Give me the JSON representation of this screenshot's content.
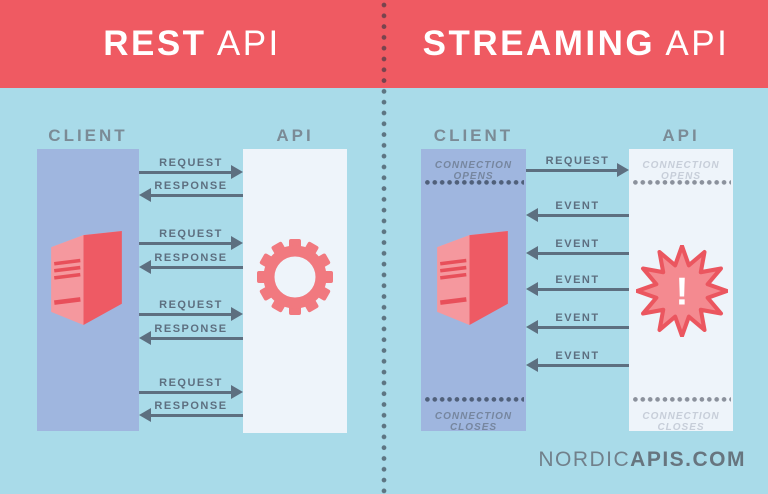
{
  "header": {
    "rest_title_bold": "REST",
    "rest_title_light": " API",
    "streaming_title_bold": "STREAMING",
    "streaming_title_light": " API"
  },
  "rest_panel": {
    "client_label": "CLIENT",
    "api_label": "API",
    "exchanges": [
      {
        "request": "REQUEST",
        "response": "RESPONSE"
      },
      {
        "request": "REQUEST",
        "response": "RESPONSE"
      },
      {
        "request": "REQUEST",
        "response": "RESPONSE"
      },
      {
        "request": "REQUEST",
        "response": "RESPONSE"
      }
    ]
  },
  "streaming_panel": {
    "client_label": "CLIENT",
    "api_label": "API",
    "request_label": "REQUEST",
    "connection_opens": "CONNECTION OPENS",
    "connection_closes": "CONNECTION CLOSES",
    "events": [
      "EVENT",
      "EVENT",
      "EVENT",
      "EVENT",
      "EVENT"
    ]
  },
  "footer": {
    "brand_regular": "NORDIC",
    "brand_bold": "APIS.COM"
  },
  "icons": {
    "client_icon": "server",
    "rest_api_icon": "gear",
    "streaming_api_icon": "alert-burst",
    "burst_exclamation": "!"
  },
  "colors": {
    "header_red": "#EF5A62",
    "background_blue": "#A9DBE9",
    "client_column_blue": "#9FB6DF",
    "api_column_white": "#EEF4FA",
    "arrow_grey": "#5D6F80",
    "accent_coral": "#F1797F"
  }
}
